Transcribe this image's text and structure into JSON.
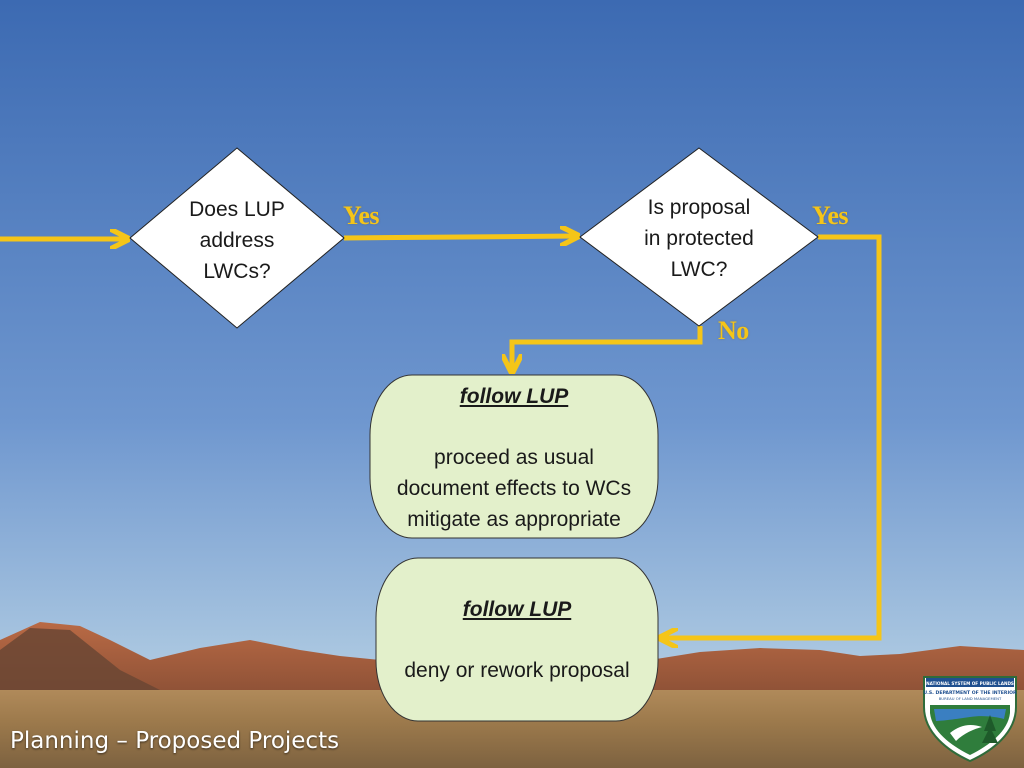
{
  "colors": {
    "sky_top": "#3f6eb5",
    "sky_bottom": "#9fc0df",
    "connector": "#f5c518",
    "terminal_fill": "#e3f0cb",
    "decision_fill": "#ffffff"
  },
  "decisions": [
    {
      "id": "lup",
      "lines": [
        "Does LUP",
        "address",
        "LWCs?"
      ]
    },
    {
      "id": "protected",
      "lines": [
        "Is proposal",
        "in protected",
        "LWC?"
      ]
    }
  ],
  "terminals": [
    {
      "id": "proceed",
      "heading": "follow LUP",
      "lines": [
        "proceed as usual",
        "document effects to WCs",
        "mitigate as appropriate"
      ]
    },
    {
      "id": "deny",
      "heading": "follow LUP",
      "lines": [
        "deny or rework proposal"
      ]
    }
  ],
  "edges": {
    "yes_1": "Yes",
    "yes_2": "Yes",
    "no": "No"
  },
  "footer": {
    "title": "Planning – Proposed Projects"
  },
  "logo": {
    "line1": "NATIONAL SYSTEM OF PUBLIC LANDS",
    "line2": "U.S. DEPARTMENT OF THE INTERIOR",
    "line3": "BUREAU OF LAND MANAGEMENT",
    "icon": "blm-shield-logo"
  }
}
